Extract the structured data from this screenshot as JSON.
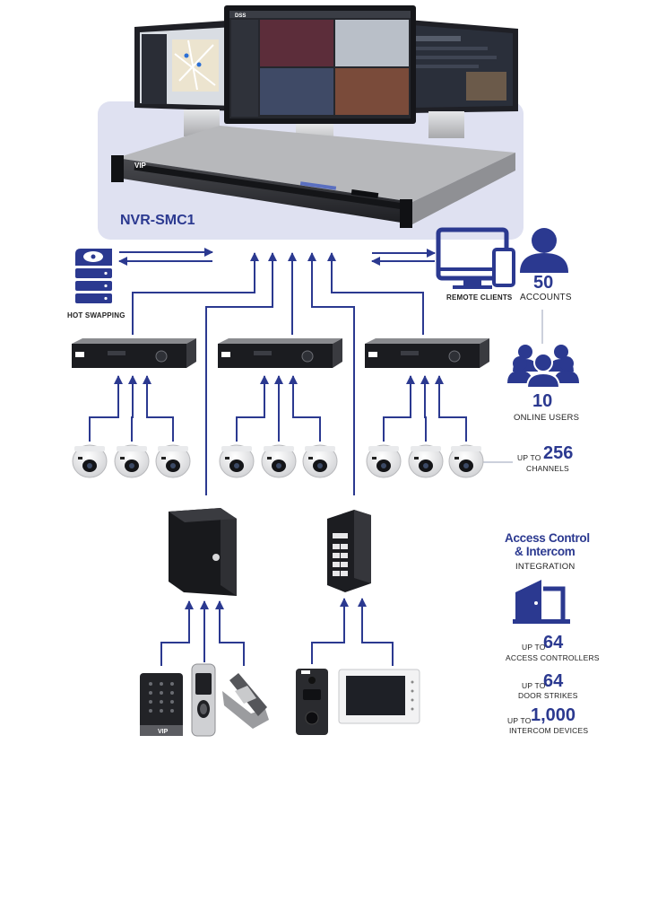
{
  "hub": {
    "name": "NVR-SMC1"
  },
  "monitors": {
    "logo": "DSS"
  },
  "hot_swapping": {
    "label": "HOT SWAPPING"
  },
  "remote_clients": {
    "label": "REMOTE CLIENTS"
  },
  "accounts": {
    "value": "50",
    "label": "ACCOUNTS"
  },
  "online_users": {
    "value": "10",
    "label": "ONLINE USERS"
  },
  "channels": {
    "prefix": "UP TO",
    "value": "256",
    "label": "CHANNELS"
  },
  "access_control": {
    "title_line1": "Access Control",
    "title_line2": "& Intercom",
    "subtitle": "INTEGRATION"
  },
  "access_controllers": {
    "prefix": "UP TO",
    "value": "64",
    "label": "ACCESS CONTROLLERS"
  },
  "door_strikes": {
    "prefix": "UP TO",
    "value": "64",
    "label": "DOOR STRIKES"
  },
  "intercom_devices": {
    "prefix": "UP TO",
    "value": "1,000",
    "label": "INTERCOM DEVICES"
  },
  "brand": "VIP",
  "colors": {
    "line": "#2b3990",
    "panel": "#dfe1f1",
    "device": "#2a2a2e",
    "silver": "#c9cacc"
  }
}
